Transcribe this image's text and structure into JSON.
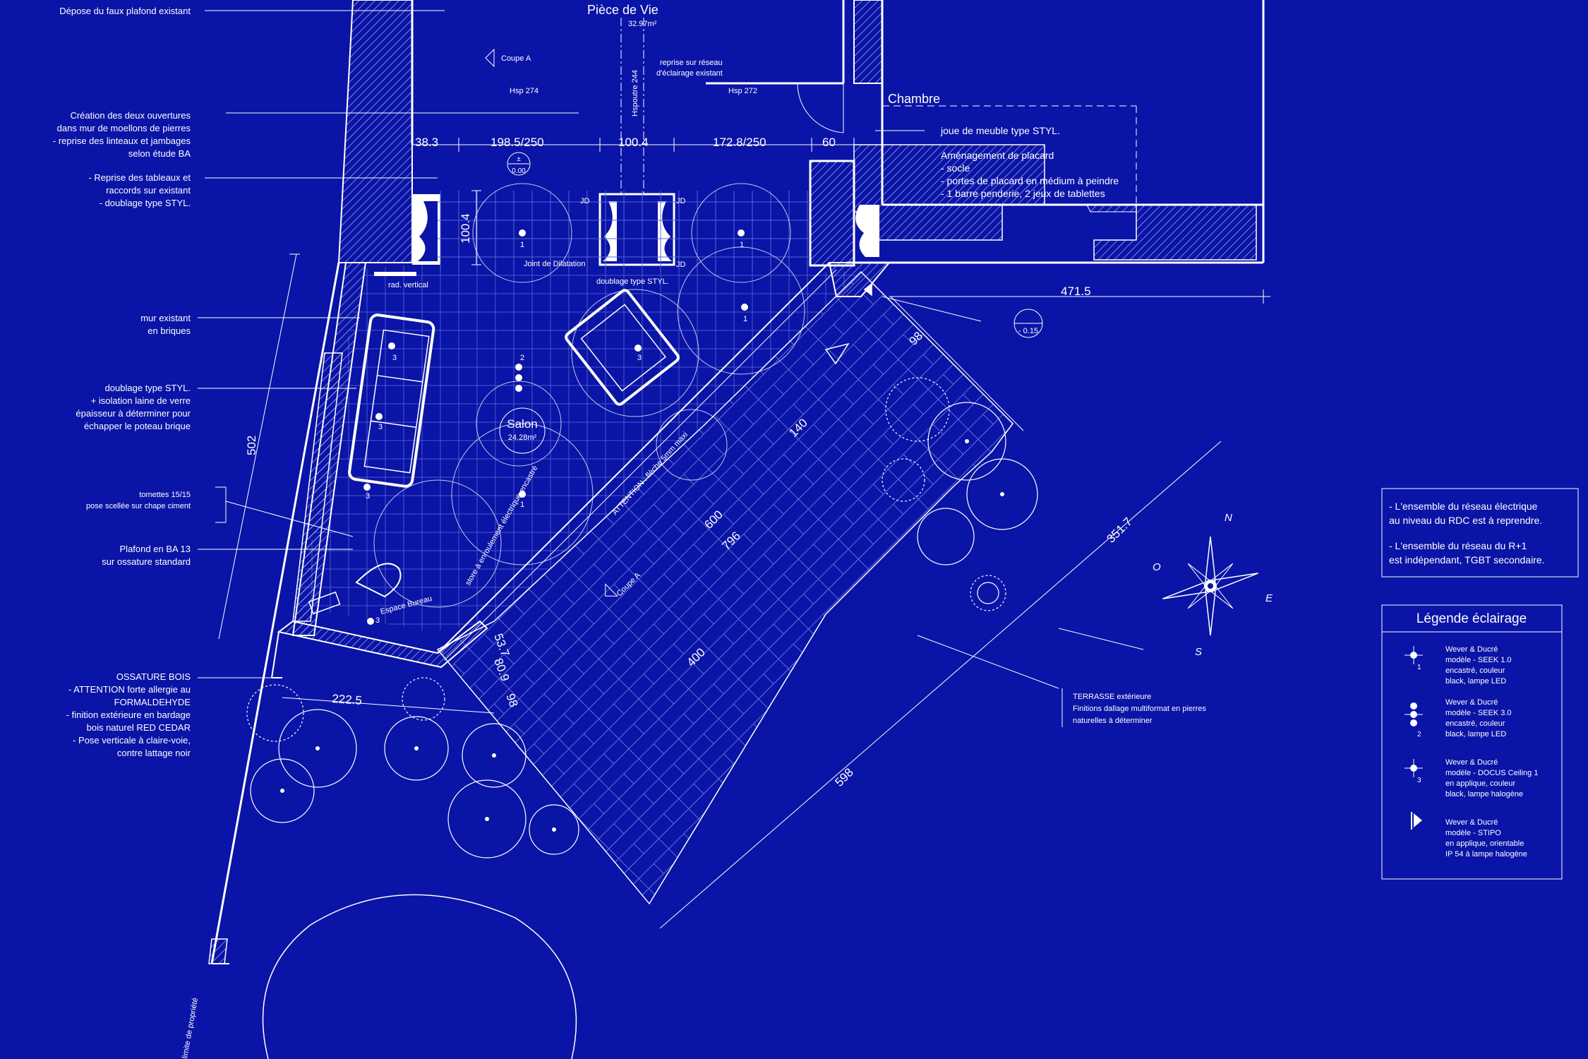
{
  "colors": {
    "background": "#0a14a6",
    "lines": "#ffffff",
    "hatch": "#c9cff5"
  },
  "rooms": {
    "piece_de_vie": "Pièce de Vie",
    "piece_de_vie_area": "32.97m²",
    "chambre": "Chambre",
    "salon": "Salon",
    "salon_area": "24.28m²"
  },
  "left_annotations": {
    "depose": "Dépose du faux plafond existant",
    "creation": [
      "Création des deux ouvertures",
      "dans mur de moellons de pierres",
      "- reprise des linteaux et jambages",
      "selon étude BA"
    ],
    "reprise": [
      "- Reprise des tableaux et",
      "raccords sur existant",
      "- doublage type STYL."
    ],
    "mur": [
      "mur existant",
      "en briques"
    ],
    "doublage": [
      "doublage type STYL.",
      "+ isolation laine de verre",
      "épaisseur à déterminer pour",
      "échapper le poteau brique"
    ],
    "tomettes": [
      "tomettes 15/15",
      "pose scellée sur chape ciment"
    ],
    "plafond": [
      "Plafond en BA 13",
      "sur ossature standard"
    ],
    "ossature": [
      "OSSATURE BOIS",
      "- ATTENTION forte allergie au",
      "FORMALDEHYDE",
      "- finition extérieure en bardage",
      "bois naturel RED CEDAR",
      "- Pose verticale à claire-voie,",
      "contre lattage noir"
    ]
  },
  "right_annotations": {
    "joue": "joue de meuble type STYL.",
    "amenagement": [
      "Aménagement de placard",
      "- socle",
      "- portes de placard en médium à peindre",
      "- 1 barre penderie, 2 jeux de tablettes"
    ],
    "terrasse": [
      "TERRASSE extérieure",
      "Finitions dallage multiformat en  pierres",
      "naturelles à déterminer"
    ]
  },
  "plan_labels": {
    "coupe_a": "Coupe A",
    "hsp_274": "Hsp 274",
    "hsp_272": "Hsp 272",
    "hsp_244": "Hspoutre 244",
    "reprise_eclairage": [
      "reprise sur réseau",
      "d'éclairage existant"
    ],
    "joint": "Joint de Dilatation",
    "doublage_styl": "doublage type STYL.",
    "rad": "rad. vertical",
    "jd": "JD",
    "espace_bureau": "Espace Bureau",
    "attention": "ATTENTION : flèche 5mm maxi",
    "store": "store à enroulement électrique encastré",
    "limite": "limite de propriété",
    "level_0": "0.00",
    "level_m015": "- 0.15",
    "level_pm": "±"
  },
  "dimensions": {
    "d38_3": "38.3",
    "d198_5": "198.5/250",
    "d100_4": "100.4",
    "d172_8": "172.8/250",
    "d60": "60",
    "d100_4v": "100.4",
    "d471_5": "471.5",
    "d502": "502",
    "d222_5": "222.5",
    "d98a": "98",
    "d140": "140",
    "d600": "600",
    "d796": "796",
    "d400": "400",
    "d598": "598",
    "d351_7": "351.7",
    "d53_7": "53.7",
    "d809": "80.9",
    "d98b": "98"
  },
  "fixture_numbers": {
    "one": "1",
    "two": "2",
    "three": "3"
  },
  "compass": {
    "n": "N",
    "e": "E",
    "s": "S",
    "o": "O"
  },
  "notes": {
    "line1": [
      "- L'ensemble du réseau électrique",
      "au niveau du RDC est à reprendre."
    ],
    "line2": [
      "- L'ensemble du réseau du R+1",
      "est indépendant, TGBT secondaire."
    ]
  },
  "legend": {
    "title": "Légende éclairage",
    "items": [
      {
        "num": "1",
        "lines": [
          "Wever & Ducré",
          "modèle - SEEK 1.0",
          "encastré, couleur",
          "black, lampe LED"
        ]
      },
      {
        "num": "2",
        "lines": [
          "Wever & Ducré",
          "modèle - SEEK 3.0",
          "encastré, couleur",
          "black, lampe LED"
        ]
      },
      {
        "num": "3",
        "lines": [
          "Wever & Ducré",
          "modèle - DOCUS Ceiling 1",
          "en applique, couleur",
          "black, lampe halogène"
        ]
      },
      {
        "num": "",
        "lines": [
          "Wever & Ducré",
          "modèle - STIPO",
          "en applique, orientable",
          "IP 54 à lampe halogène"
        ]
      }
    ]
  }
}
